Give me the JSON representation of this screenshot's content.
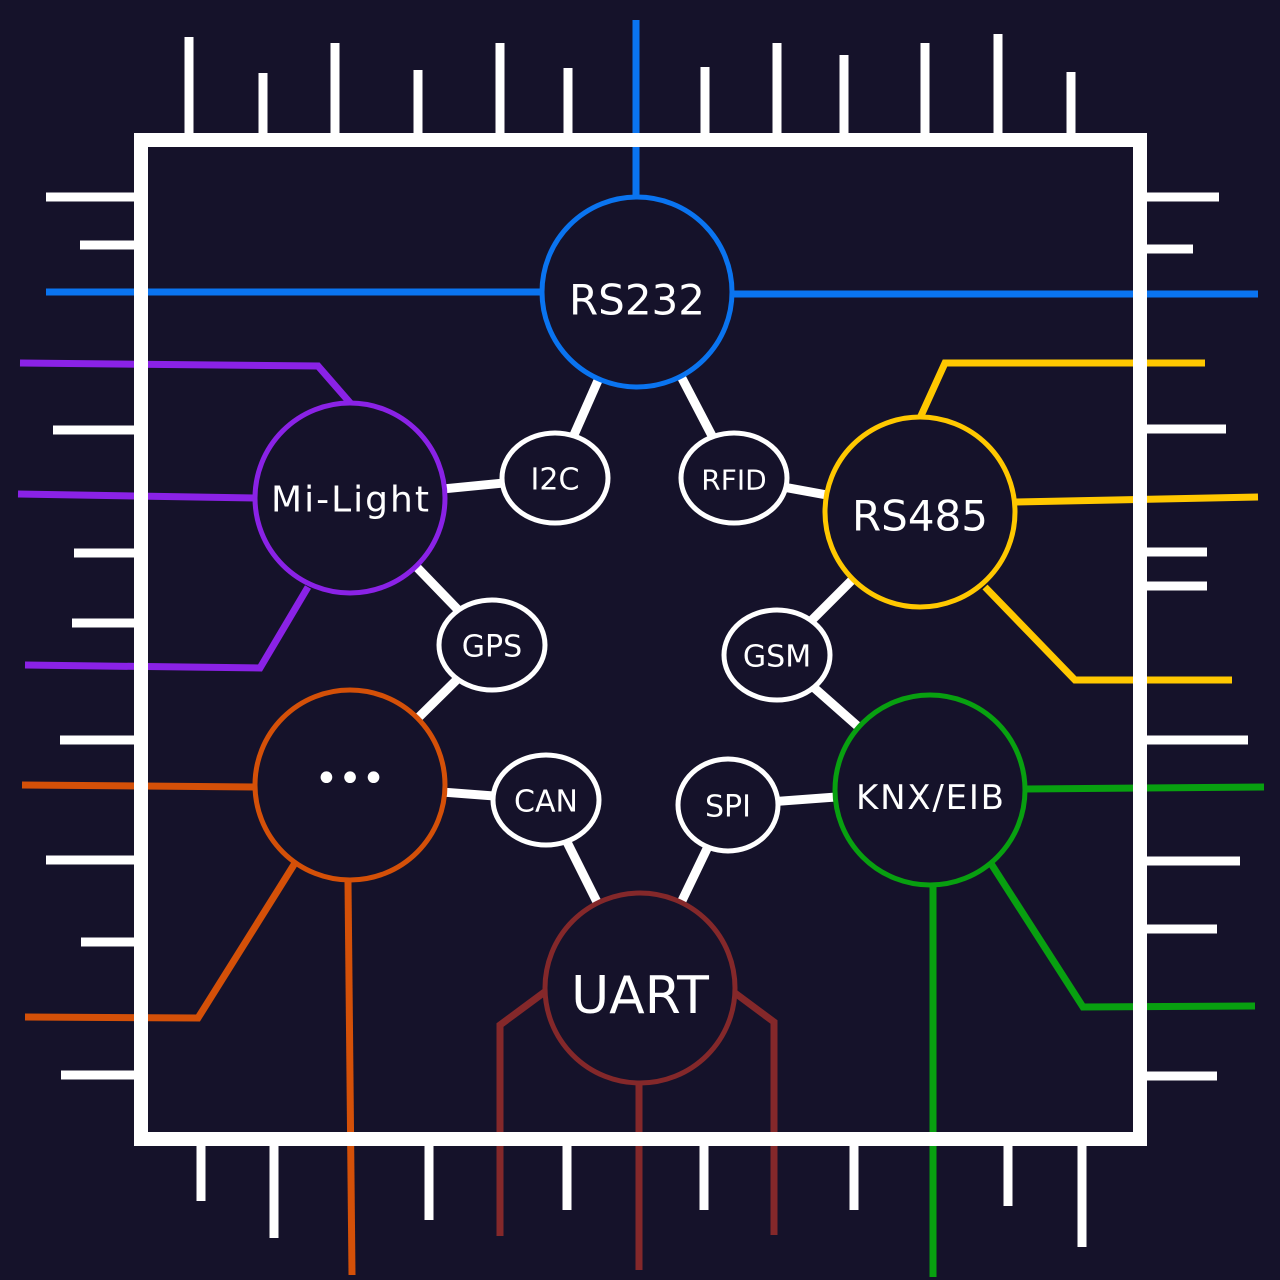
{
  "diagram": {
    "title": "Protocol hub chip diagram",
    "colors": {
      "background": "#15122a",
      "chip": "#ffffff",
      "rs232": "#0a74f0",
      "mi_light": "#8a22e6",
      "rs485": "#ffc800",
      "knx": "#08a010",
      "uart": "#84282a",
      "other": "#d45008",
      "link": "#ffffff"
    },
    "major_nodes": [
      {
        "id": "rs232",
        "label": "RS232",
        "color": "#0a74f0"
      },
      {
        "id": "mi-light",
        "label": "Mi-Light",
        "color": "#8a22e6"
      },
      {
        "id": "rs485",
        "label": "RS485",
        "color": "#ffc800"
      },
      {
        "id": "knx-eib",
        "label": "KNX/EIB",
        "color": "#08a010"
      },
      {
        "id": "uart",
        "label": "UART",
        "color": "#84282a"
      },
      {
        "id": "more",
        "label": "•••",
        "color": "#d45008"
      }
    ],
    "minor_nodes": [
      {
        "id": "i2c",
        "label": "I2C"
      },
      {
        "id": "rfid",
        "label": "RFID"
      },
      {
        "id": "gps",
        "label": "GPS"
      },
      {
        "id": "gsm",
        "label": "GSM"
      },
      {
        "id": "can",
        "label": "CAN"
      },
      {
        "id": "spi",
        "label": "SPI"
      }
    ],
    "links": [
      [
        "rs232",
        "i2c"
      ],
      [
        "rs232",
        "rfid"
      ],
      [
        "mi-light",
        "i2c"
      ],
      [
        "mi-light",
        "gps"
      ],
      [
        "rs485",
        "rfid"
      ],
      [
        "rs485",
        "gsm"
      ],
      [
        "knx-eib",
        "gsm"
      ],
      [
        "knx-eib",
        "spi"
      ],
      [
        "uart",
        "can"
      ],
      [
        "uart",
        "spi"
      ],
      [
        "more",
        "gps"
      ],
      [
        "more",
        "can"
      ]
    ]
  }
}
